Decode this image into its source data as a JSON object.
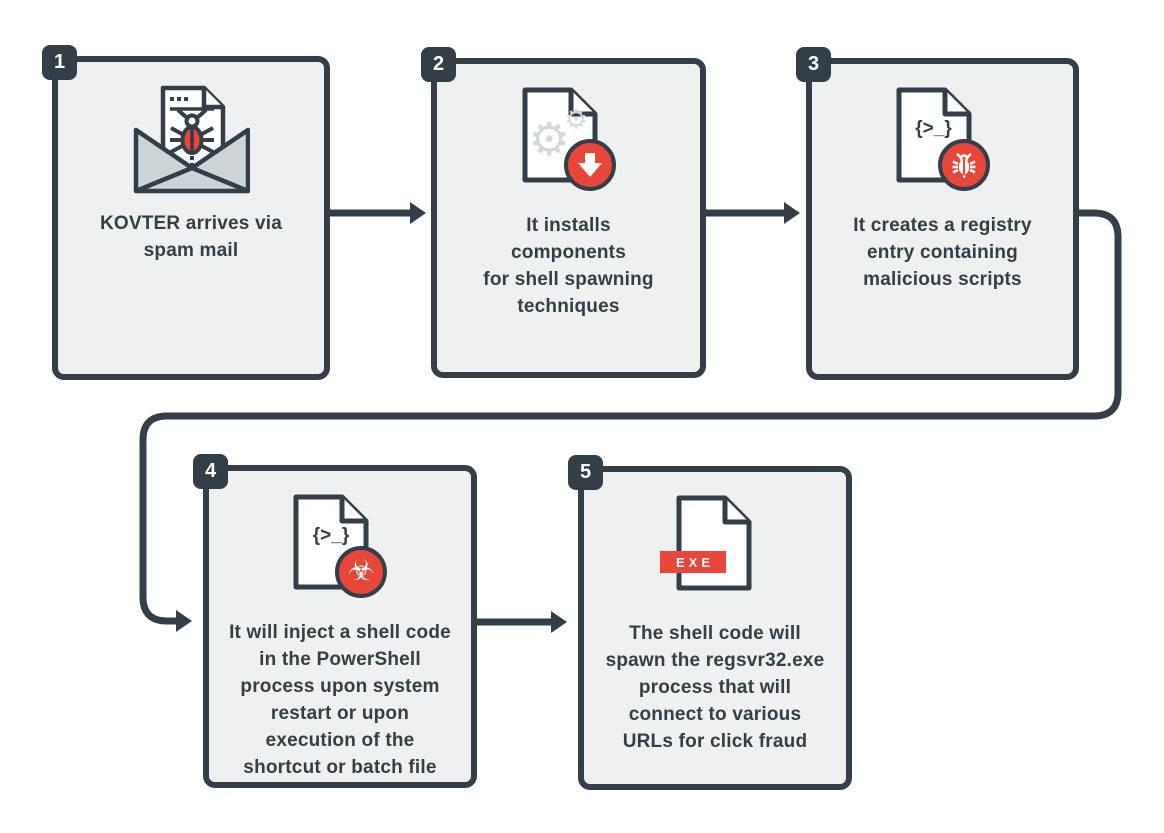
{
  "diagram": {
    "subject": "KOVTER infection chain",
    "colors": {
      "dark": "#333f48",
      "red": "#e8463a",
      "box_bg": "#eff0f0",
      "envelope_gray": "#ccd4d8",
      "gear_gray": "#d2d8db",
      "white": "#ffffff"
    },
    "steps": [
      {
        "number": "1",
        "icon": "mail-with-bug",
        "text": "KOVTER arrives via\nspam mail"
      },
      {
        "number": "2",
        "icon": "document-gears-download",
        "text": "It installs\ncomponents\nfor shell spawning\ntechniques"
      },
      {
        "number": "3",
        "icon": "script-document-bug",
        "text": "It creates a registry\nentry containing\nmalicious scripts"
      },
      {
        "number": "4",
        "icon": "script-document-biohazard",
        "text": "It will inject a shell code\nin the PowerShell\nprocess upon system\nrestart or upon\nexecution of the\nshortcut or batch file"
      },
      {
        "number": "5",
        "icon": "exe-document",
        "text": "The shell code will\nspawn the regsvr32.exe\nprocess that will\nconnect to various\nURLs for click fraud"
      }
    ],
    "icon_glyphs": {
      "code": "{>_}",
      "exe": "EXE",
      "gear": "⚙",
      "biohazard": "☣"
    }
  }
}
